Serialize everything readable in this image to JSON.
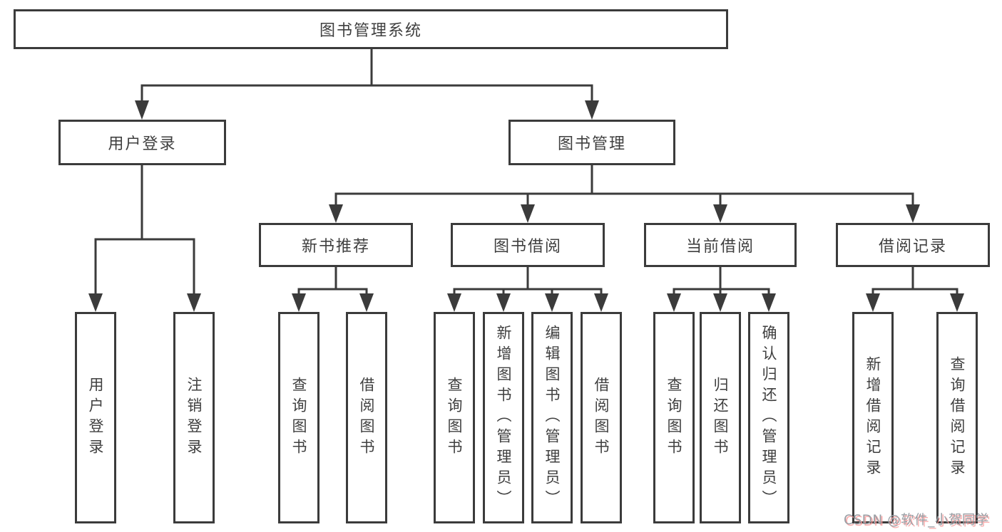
{
  "colors": {
    "line": "#3b3b3b",
    "box_border": "#3b3b3b",
    "text": "#3f3f3f",
    "watermark_gray": "#9aa0a6",
    "watermark_red": "#f79797"
  },
  "tree": {
    "root": {
      "label": "图书管理系统"
    },
    "user_login": {
      "label": "用户登录",
      "children": [
        {
          "label": "用户登录"
        },
        {
          "label": "注销登录"
        }
      ]
    },
    "book_mgmt": {
      "label": "图书管理",
      "sections": [
        {
          "label": "新书推荐",
          "children": [
            {
              "label": "查询图书"
            },
            {
              "label": "借阅图书"
            }
          ]
        },
        {
          "label": "图书借阅",
          "children": [
            {
              "label": "查询图书"
            },
            {
              "label": "新增图书（管理员）"
            },
            {
              "label": "编辑图书（管理员）"
            },
            {
              "label": "借阅图书"
            }
          ]
        },
        {
          "label": "当前借阅",
          "children": [
            {
              "label": "查询图书"
            },
            {
              "label": "归还图书"
            },
            {
              "label": "确认归还（管理员）"
            }
          ]
        },
        {
          "label": "借阅记录",
          "children": [
            {
              "label": "新增借阅记录"
            },
            {
              "label": "查询借阅记录"
            }
          ]
        }
      ]
    }
  },
  "watermark": {
    "text": "CSDN @软件_小贺同学"
  }
}
